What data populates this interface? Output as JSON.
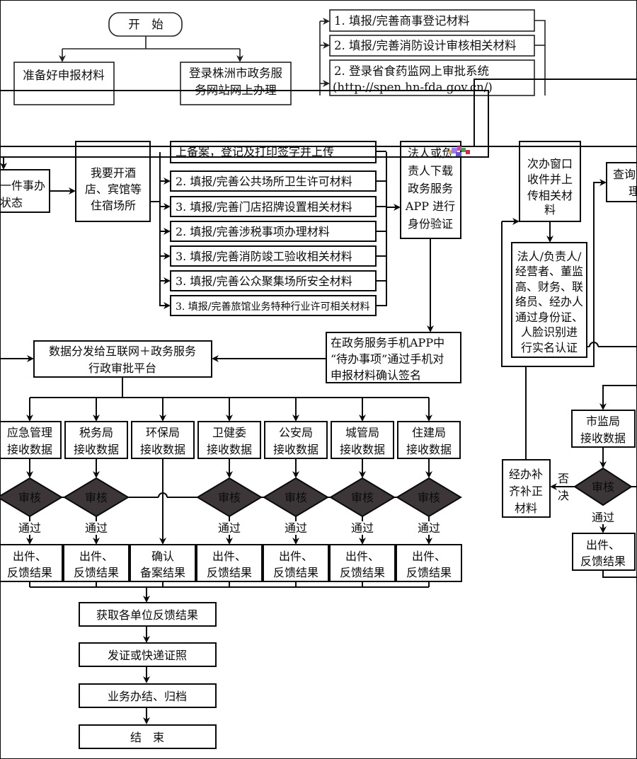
{
  "top": {
    "start": "开　始",
    "prepare": "准备好申报材料",
    "login": [
      "登录株洲市政务服",
      "务网站网上办理"
    ],
    "right_items": [
      "1.  填报/完善商事登记材料",
      "2.  填报/完善消防设计审核相关材料",
      "2.  登录省食药监网上审批系统",
      "(http://spen.hn-fda.gov.cn/)"
    ]
  },
  "middle": {
    "status": [
      "一件事办",
      "状态"
    ],
    "hotel": [
      "我要开酒",
      "店、宾馆等",
      "住宿场所"
    ],
    "fill_items": [
      "上备案，登记及打印签字并上传",
      "2.  填报/完善公共场所卫生许可材料",
      "3.  填报/完善门店招牌设置相关材料",
      "2.  填报/完善涉税事项办理材料",
      "3.  填报/完善消防竣工验收相关材料",
      "3.  填报/完善公众聚集场所安全材料",
      "3.  填报/完善旅馆业务特种行业许可相关材料"
    ],
    "download": [
      "法人或负",
      "责人下载",
      "政务服务",
      "APP 进行",
      "身份验证"
    ],
    "confirm": [
      "在政务服务手机APP中",
      "“待办事项”通过手机对",
      "申报材料确认签名"
    ],
    "platform": [
      "数据分发给互联网＋政务服务",
      "行政审批平台"
    ]
  },
  "departments": [
    {
      "name": "应急管理",
      "recv": "接收数据",
      "review": "审核",
      "pass": "通过",
      "result": [
        "出件、",
        "反馈结果"
      ]
    },
    {
      "name": "税务局",
      "recv": "接收数据",
      "review": "审核",
      "pass": "通过",
      "result": [
        "出件、",
        "反馈结果"
      ]
    },
    {
      "name": "环保局",
      "recv": "接收数据",
      "result": [
        "确认",
        "备案结果"
      ]
    },
    {
      "name": "卫健委",
      "recv": "接收数据",
      "review": "审核",
      "pass": "通过",
      "result": [
        "出件、",
        "反馈结果"
      ]
    },
    {
      "name": "公安局",
      "recv": "接收数据",
      "review": "审核",
      "pass": "通过",
      "result": [
        "出件、",
        "反馈结果"
      ]
    },
    {
      "name": "城管局",
      "recv": "接收数据",
      "review": "审核",
      "pass": "通过",
      "result": [
        "出件、",
        "反馈结果"
      ]
    },
    {
      "name": "住建局",
      "recv": "接收数据",
      "review": "审核",
      "pass": "通过",
      "result": [
        "出件、",
        "反馈结果"
      ]
    }
  ],
  "right": {
    "window": [
      "次办窗口",
      "收件并上",
      "传相关材",
      "料"
    ],
    "query": [
      "查询",
      "理"
    ],
    "verify": [
      "法人/负责人/",
      "经营者、董监",
      "高、财务、联",
      "络员、经办人",
      "通过身份证、",
      "人脸识别进",
      "行实名认证"
    ],
    "supplement": [
      "经办补",
      "齐补正",
      "材料"
    ],
    "reject": [
      "否",
      "决"
    ],
    "market": {
      "name": "市监局",
      "recv": "接收数据",
      "review": "审核",
      "pass": "通过",
      "result": [
        "出件、",
        "反馈结果"
      ]
    }
  },
  "final": [
    "获取各单位反馈结果",
    "发证或快递证照",
    "业务办结、归档",
    "结　束"
  ],
  "colors": {
    "background": "#3d3639",
    "band": "#bdbdbd",
    "line": "#0a0a0a"
  }
}
